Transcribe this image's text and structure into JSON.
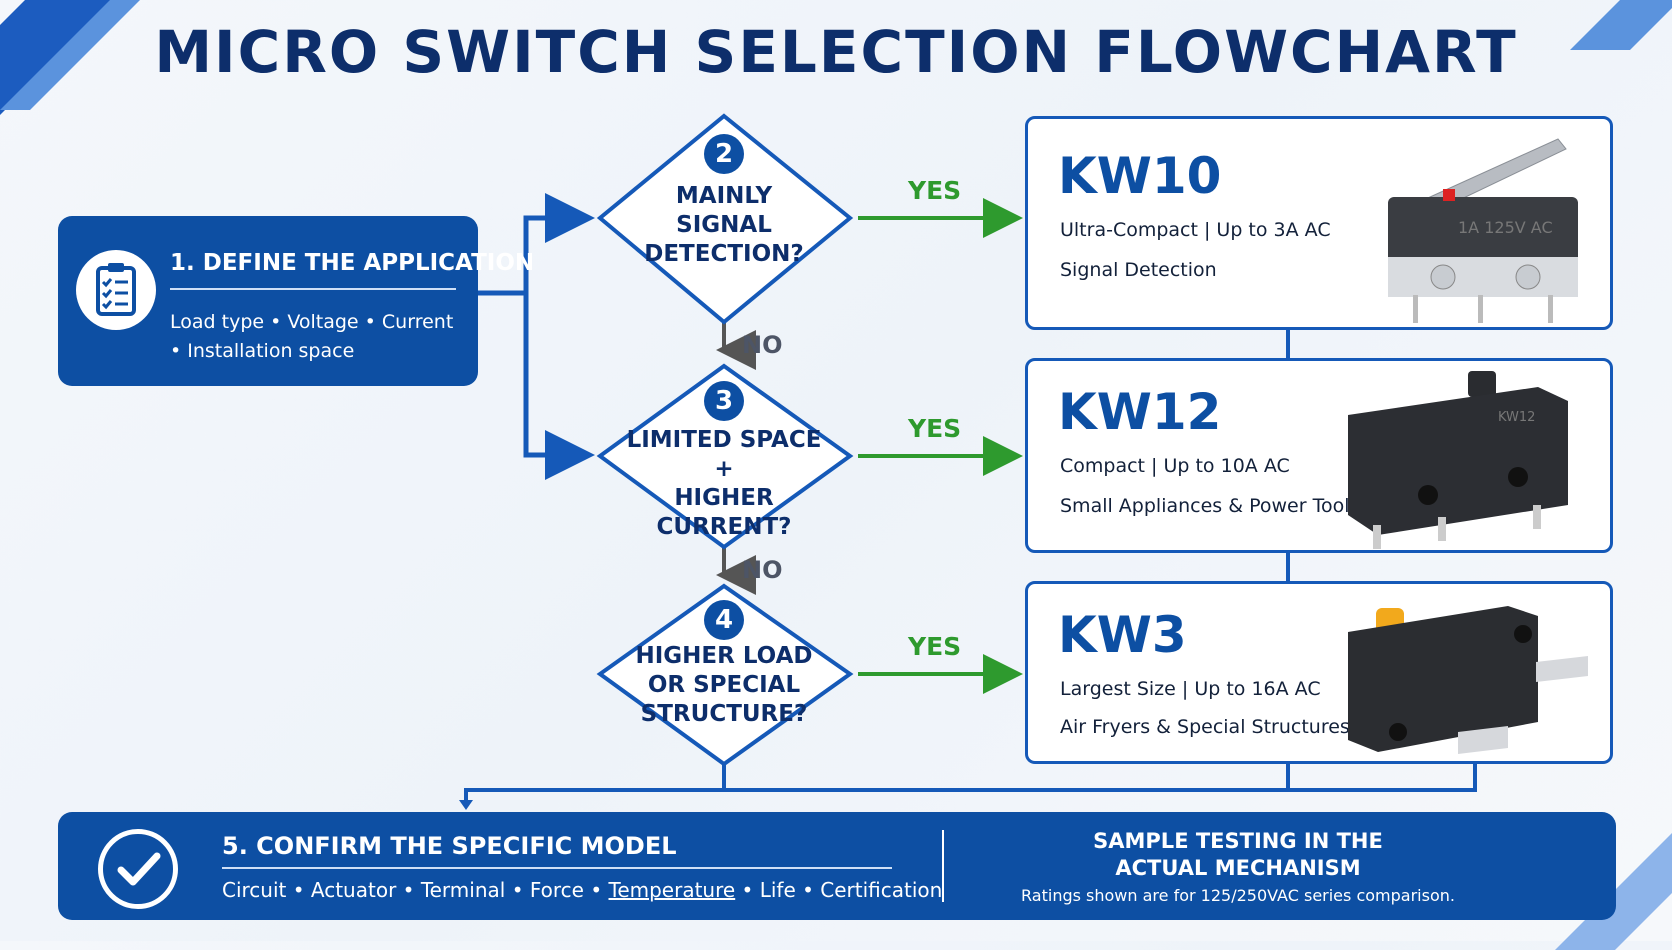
{
  "title": "MICRO SWITCH SELECTION FLOWCHART",
  "step1": {
    "title": "1. DEFINE THE APPLICATION",
    "text": "Load type • Voltage • Current • Installation space",
    "icon": "clipboard-checklist-icon"
  },
  "decisions": [
    {
      "number": "2",
      "lines": [
        "MAINLY",
        "SIGNAL",
        "DETECTION?"
      ]
    },
    {
      "number": "3",
      "lines": [
        "LIMITED SPACE +",
        "HIGHER",
        "CURRENT?"
      ]
    },
    {
      "number": "4",
      "lines": [
        "HIGHER LOAD",
        "OR SPECIAL",
        "STRUCTURE?"
      ]
    }
  ],
  "yes_label": "YES",
  "no_label": "NO",
  "models": [
    {
      "name": "KW10",
      "spec": "Ultra-Compact | Up to 3A AC",
      "use": "Signal Detection",
      "image_text": "1A 125V AC",
      "image_icon": "micro-switch-lever-image"
    },
    {
      "name": "KW12",
      "spec": "Compact | Up to 10A AC",
      "use": "Small Appliances & Power Tools",
      "image_text": "KW12",
      "image_icon": "micro-switch-compact-image"
    },
    {
      "name": "KW3",
      "spec": "Largest Size | Up to 16A AC",
      "use": "Air Fryers & Special Structures",
      "image_text": "",
      "image_icon": "micro-switch-large-image"
    }
  ],
  "step5": {
    "title": "5. CONFIRM THE SPECIFIC MODEL",
    "items": [
      "Circuit",
      "Actuator",
      "Terminal",
      "Force",
      "Temperature",
      "Life",
      "Certification"
    ],
    "icon": "checkmark-circle-icon"
  },
  "sample": {
    "title_line1": "SAMPLE TESTING IN THE",
    "title_line2": "ACTUAL MECHANISM",
    "note": "Ratings shown are for 125/250VAC series comparison."
  },
  "colors": {
    "primary_blue": "#0d4fa3",
    "title_navy": "#0d2e6b",
    "yes_green": "#2e9a2e",
    "no_gray": "#4d5566"
  }
}
